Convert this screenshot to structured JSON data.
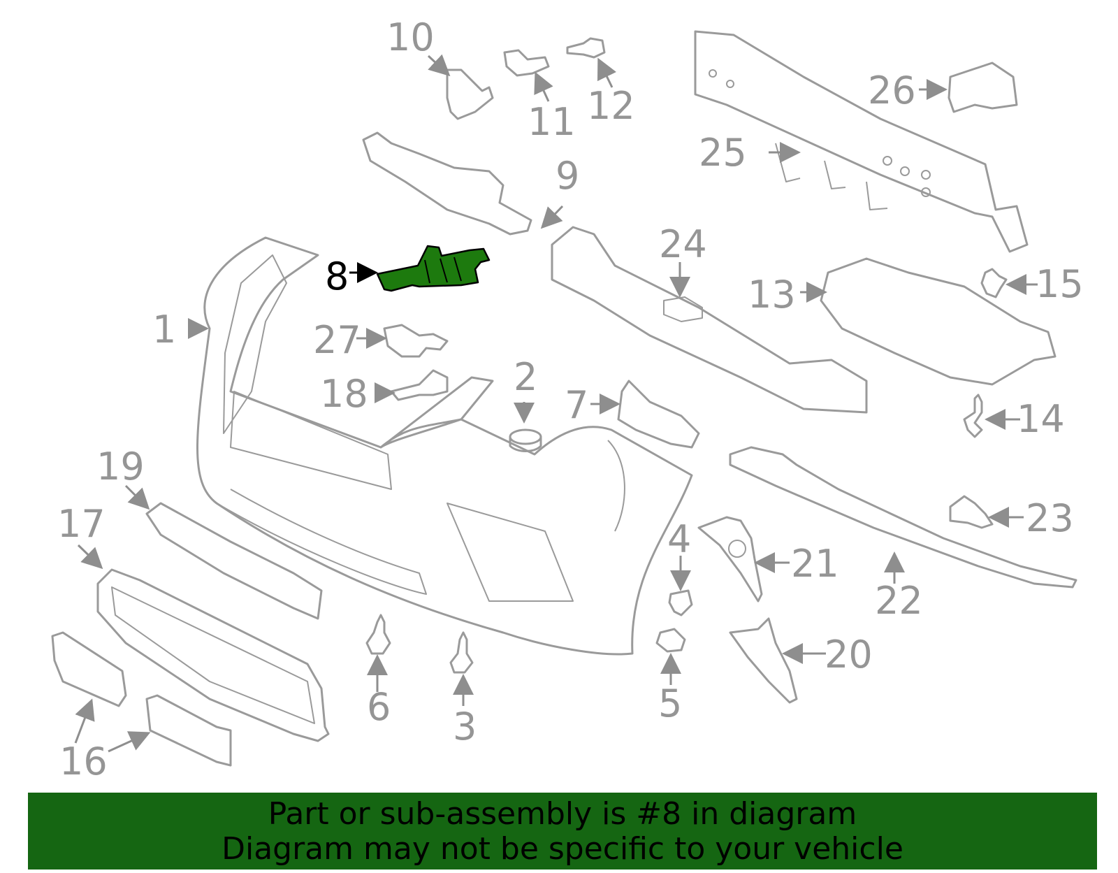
{
  "highlight_part": "8",
  "callouts": [
    "1",
    "2",
    "3",
    "4",
    "5",
    "6",
    "7",
    "8",
    "9",
    "10",
    "11",
    "12",
    "13",
    "14",
    "15",
    "16",
    "17",
    "18",
    "19",
    "20",
    "21",
    "22",
    "23",
    "24",
    "25",
    "26",
    "27"
  ],
  "colors": {
    "highlight": "#1d7a0e",
    "banner": "#156612",
    "outline": "#9a9a9a"
  },
  "banner": {
    "line1": "Part or sub-assembly is #8 in diagram",
    "line2": "Diagram may not be specific to your vehicle"
  }
}
